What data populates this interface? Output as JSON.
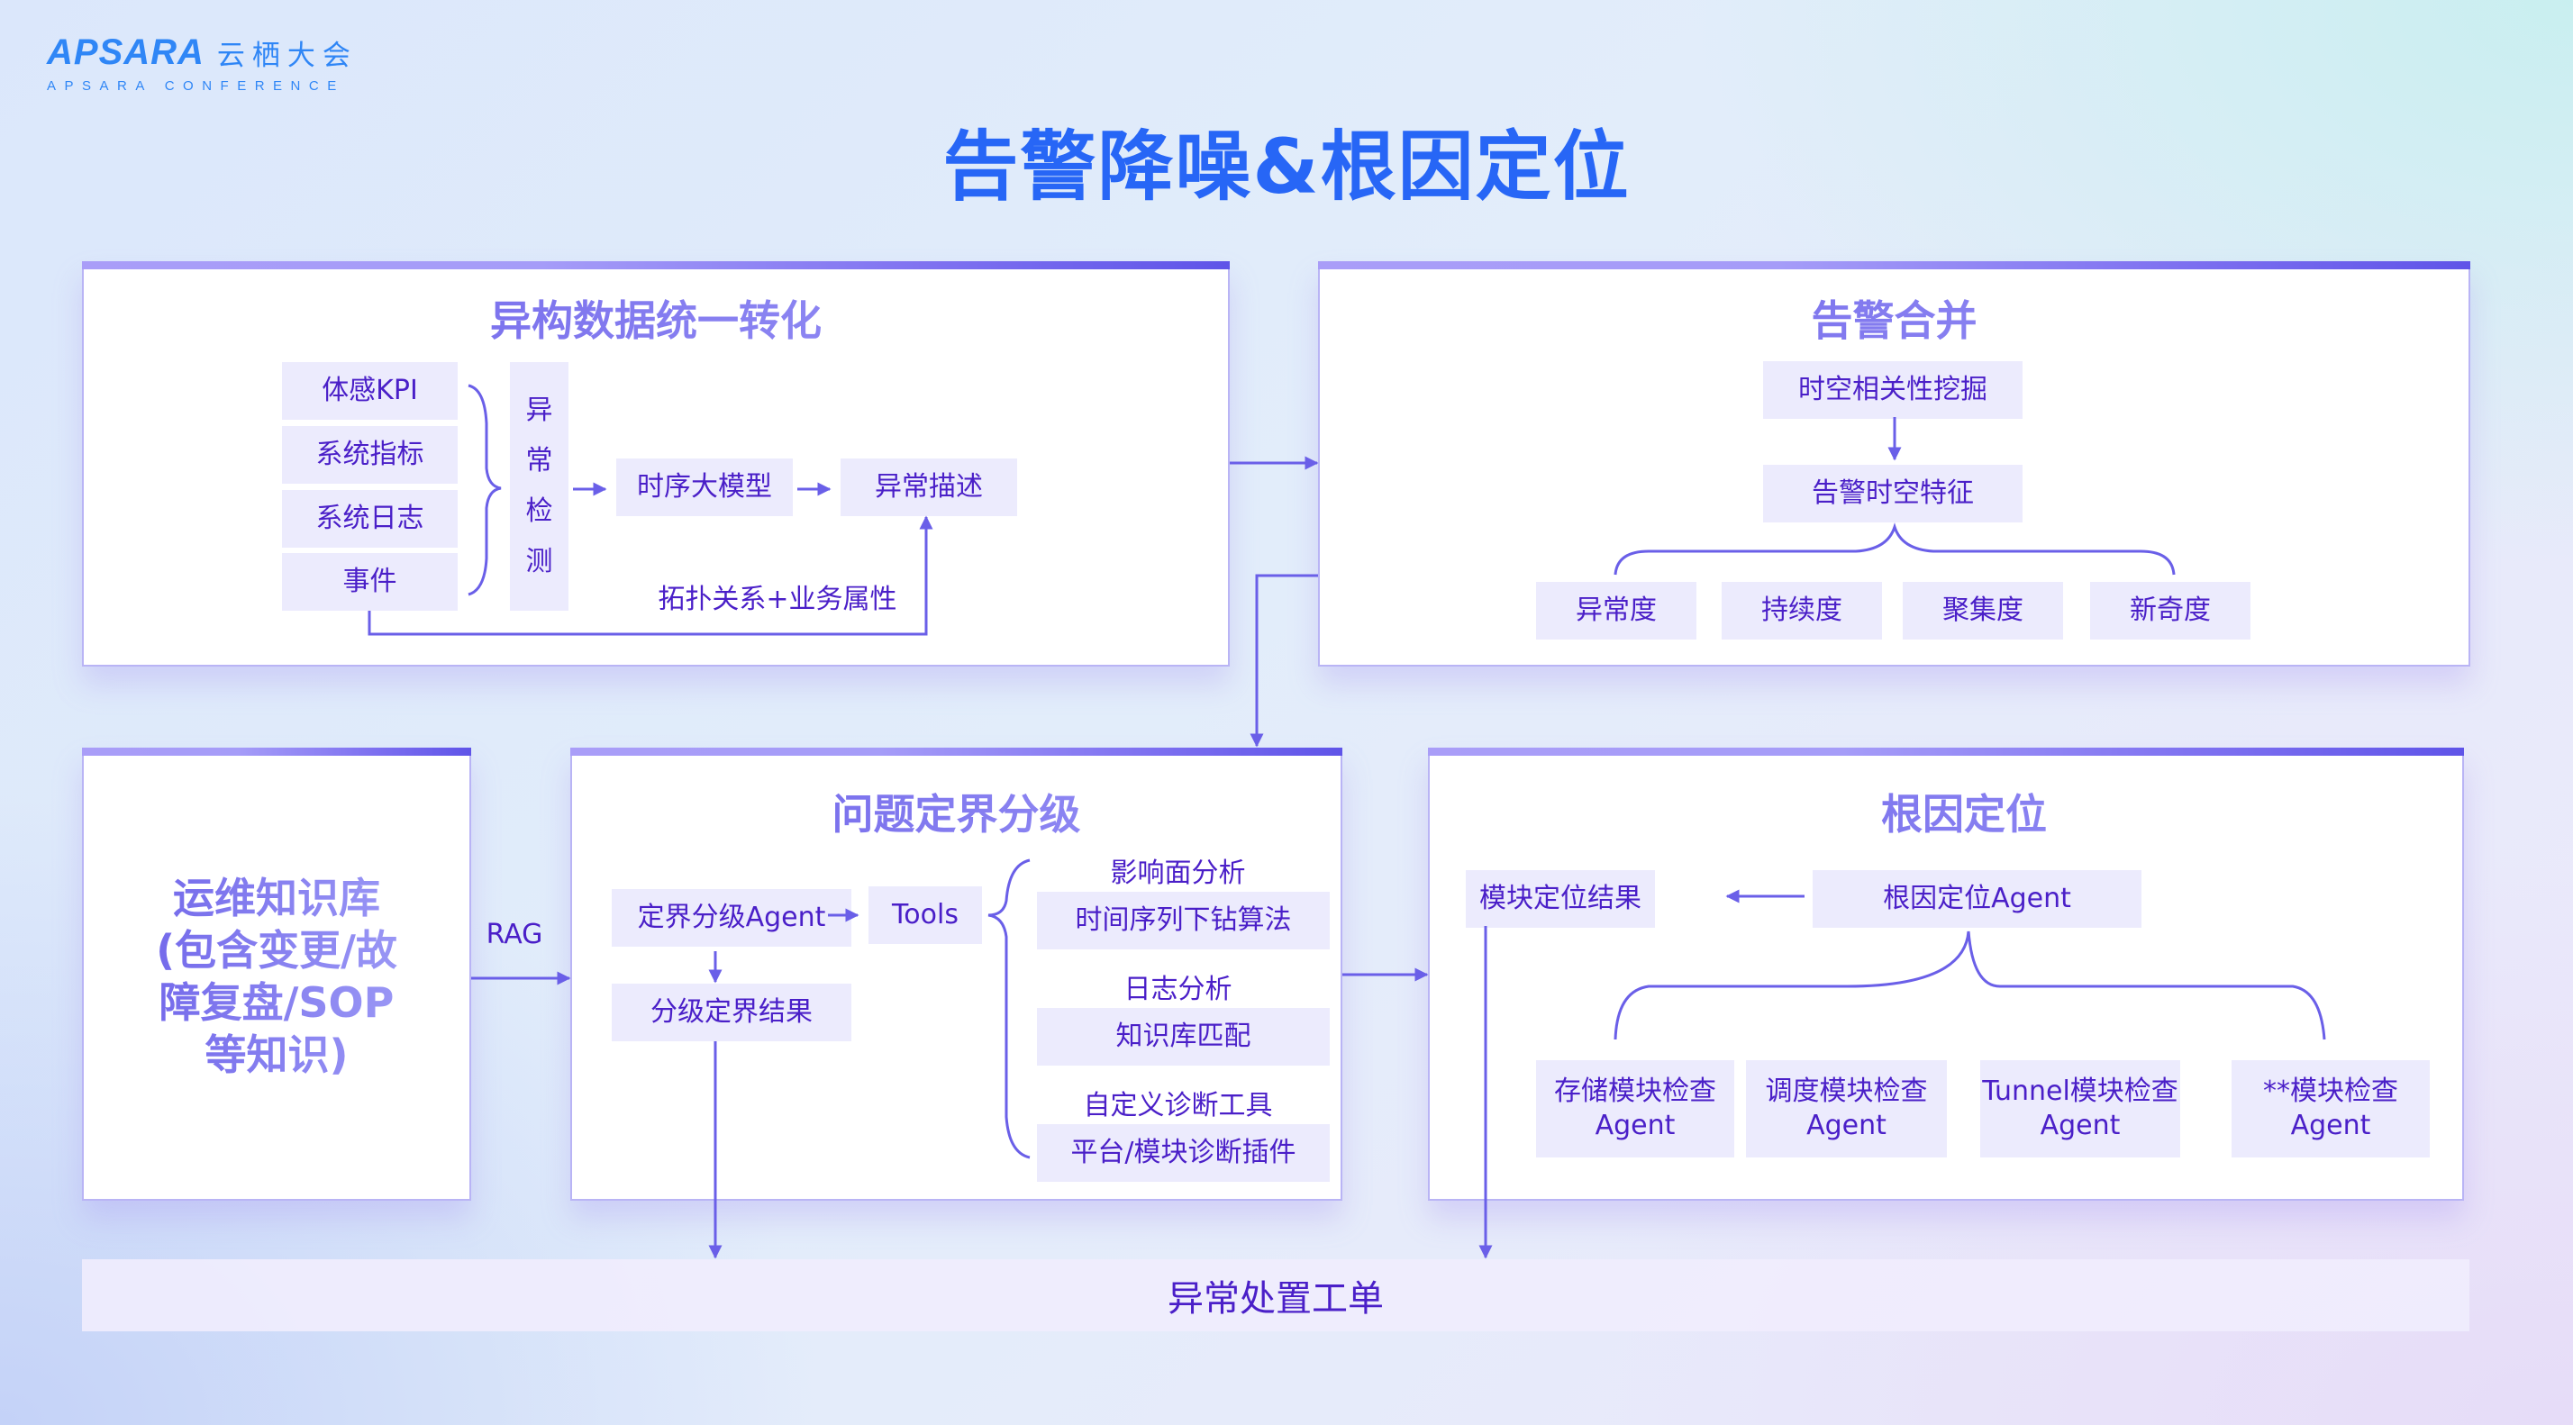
{
  "logo": {
    "brand": "APSARA",
    "brand_cn": "云栖大会",
    "subtitle": "APSARA   CONFERENCE"
  },
  "title": "告警降噪&根因定位",
  "colors": {
    "title_blue": "#2766f6",
    "text_purple": "#4a1fc8",
    "line": "#6a5fe8",
    "box_fill": "#ecebfd",
    "logo_blue": "#2f86f6"
  },
  "panels": {
    "heterogeneous": {
      "title": "异构数据统一转化",
      "sources": [
        "体感KPI",
        "系统指标",
        "系统日志",
        "事件"
      ],
      "detection": [
        "异",
        "常",
        "检",
        "测"
      ],
      "model": "时序大模型",
      "description": "异常描述",
      "feedback_label": "拓扑关系+业务属性"
    },
    "merge": {
      "title": "告警合并",
      "mining": "时空相关性挖掘",
      "feature": "告警时空特征",
      "metrics": [
        "异常度",
        "持续度",
        "聚集度",
        "新奇度"
      ]
    },
    "knowledge": {
      "title": "运维知识库\n(包含变更/故\n障复盘/SOP\n等知识)",
      "rag_label": "RAG"
    },
    "grading": {
      "title": "问题定界分级",
      "agent": "定界分级Agent",
      "tools": "Tools",
      "result": "分级定界结果",
      "tool_groups": [
        {
          "category": "影响面分析",
          "tool": "时间序列下钻算法"
        },
        {
          "category": "日志分析",
          "tool": "知识库匹配"
        },
        {
          "category": "自定义诊断工具",
          "tool": "平台/模块诊断插件"
        }
      ]
    },
    "rootcause": {
      "title": "根因定位",
      "result": "模块定位结果",
      "agent": "根因定位Agent",
      "sub_agents": [
        {
          "line1": "存储模块检查",
          "line2": "Agent"
        },
        {
          "line1": "调度模块检查",
          "line2": "Agent"
        },
        {
          "line1": "Tunnel模块检查",
          "line2": "Agent"
        },
        {
          "line1": "**模块检查",
          "line2": "Agent"
        }
      ]
    }
  },
  "ticket": "异常处置工单"
}
